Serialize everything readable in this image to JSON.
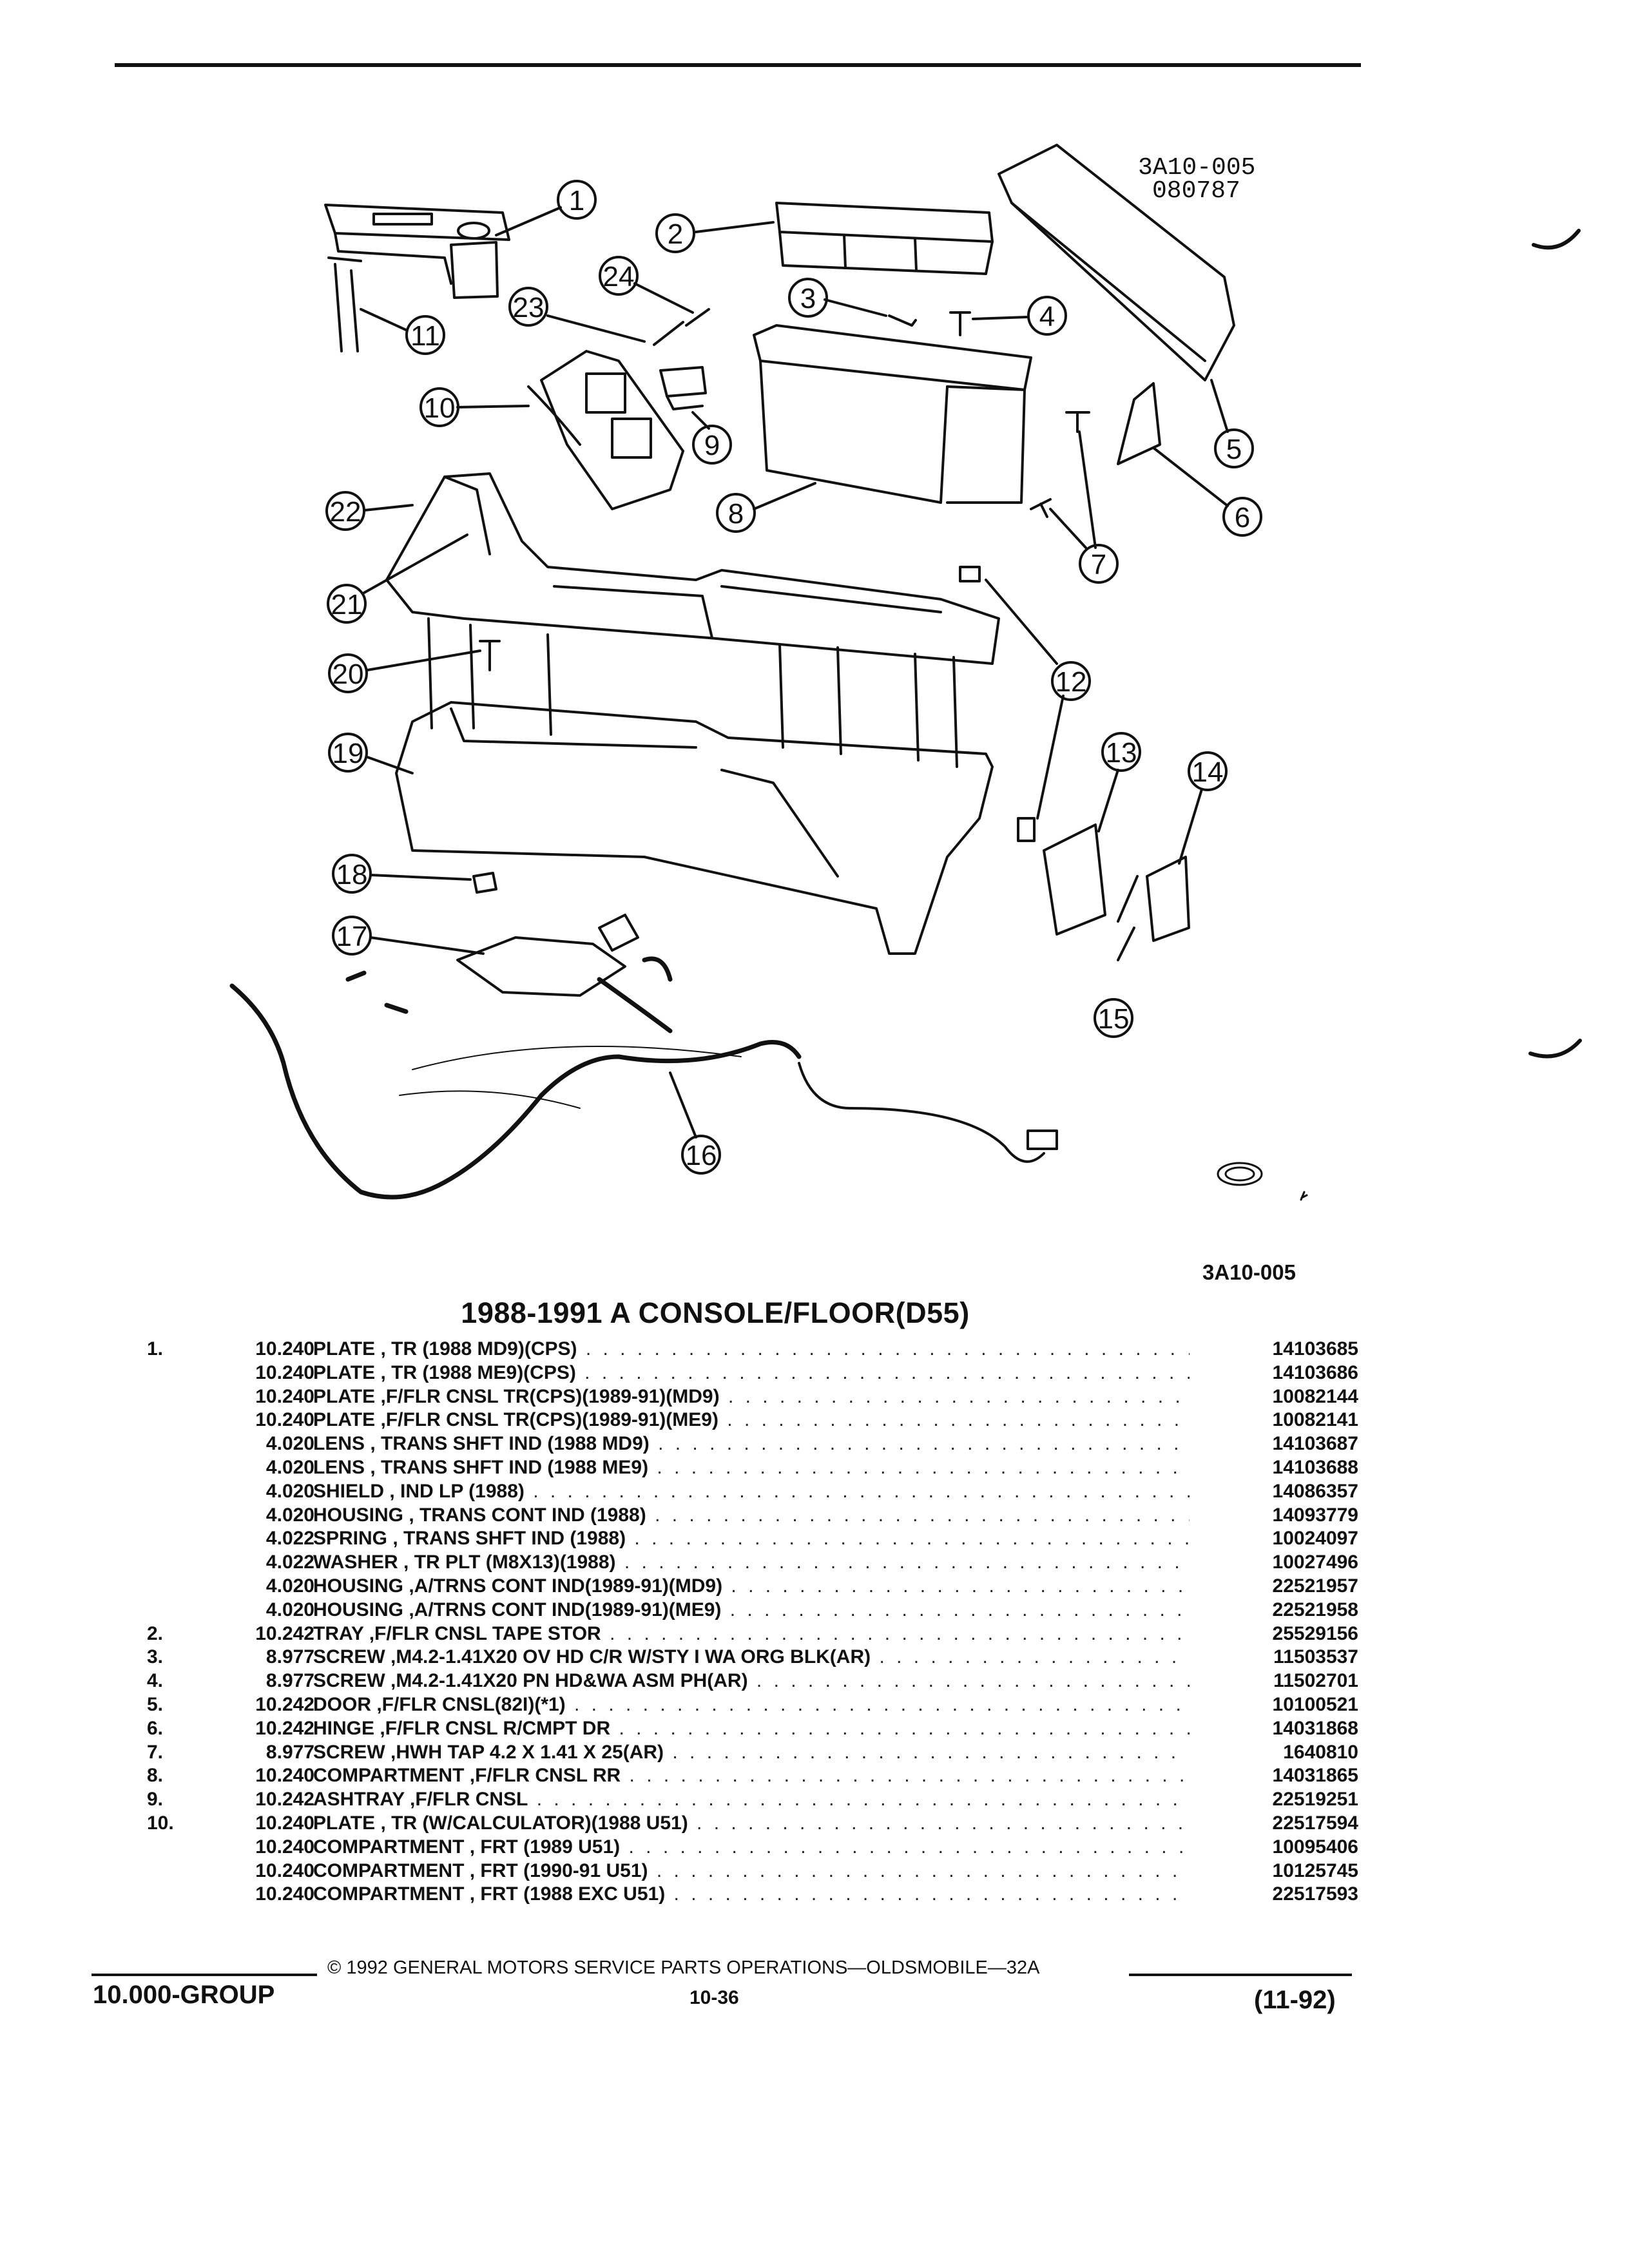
{
  "diagram": {
    "drawing_code": [
      "3A10-005",
      "080787"
    ],
    "callouts": [
      "1",
      "2",
      "3",
      "4",
      "5",
      "6",
      "7",
      "8",
      "9",
      "10",
      "11",
      "12",
      "13",
      "14",
      "15",
      "16",
      "17",
      "18",
      "19",
      "20",
      "21",
      "22",
      "23",
      "24"
    ],
    "icon": "gm-logo-icon"
  },
  "code_label": "3A10-005",
  "section_title": "1988-1991 A CONSOLE/FLOOR(D55)",
  "parts": [
    {
      "num": "1.",
      "group": "10.240",
      "name": "PLATE",
      "desc": " , TR (1988 MD9)(CPS)",
      "part": "14103685"
    },
    {
      "num": "",
      "group": "10.240",
      "name": "PLATE",
      "desc": " , TR (1988 ME9)(CPS)",
      "part": "14103686"
    },
    {
      "num": "",
      "group": "10.240",
      "name": "PLATE",
      "desc": " ,F/FLR CNSL TR(CPS)(1989-91)(MD9)",
      "part": "10082144"
    },
    {
      "num": "",
      "group": "10.240",
      "name": "PLATE",
      "desc": " ,F/FLR CNSL TR(CPS)(1989-91)(ME9)",
      "part": "10082141"
    },
    {
      "num": "",
      "group": "4.020",
      "name": "LENS",
      "desc": " , TRANS SHFT IND (1988 MD9)",
      "part": "14103687"
    },
    {
      "num": "",
      "group": "4.020",
      "name": "LENS",
      "desc": " , TRANS SHFT IND (1988 ME9)",
      "part": "14103688"
    },
    {
      "num": "",
      "group": "4.020",
      "name": "SHIELD",
      "desc": " , IND LP (1988)",
      "part": "14086357"
    },
    {
      "num": "",
      "group": "4.020",
      "name": "HOUSING",
      "desc": " , TRANS CONT IND (1988)",
      "part": "14093779"
    },
    {
      "num": "",
      "group": "4.022",
      "name": "SPRING",
      "desc": " , TRANS SHFT IND (1988)",
      "part": "10024097"
    },
    {
      "num": "",
      "group": "4.022",
      "name": "WASHER",
      "desc": " , TR PLT (M8X13)(1988)",
      "part": "10027496"
    },
    {
      "num": "",
      "group": "4.020",
      "name": "HOUSING",
      "desc": " ,A/TRNS CONT IND(1989-91)(MD9)",
      "part": "22521957"
    },
    {
      "num": "",
      "group": "4.020",
      "name": "HOUSING",
      "desc": " ,A/TRNS CONT IND(1989-91)(ME9)",
      "part": "22521958"
    },
    {
      "num": "2.",
      "group": "10.242",
      "name": "TRAY",
      "desc": " ,F/FLR CNSL TAPE STOR",
      "part": "25529156"
    },
    {
      "num": "3.",
      "group": "8.977",
      "name": "SCREW",
      "desc": " ,M4.2-1.41X20 OV HD C/R W/STY I WA ORG BLK(AR)",
      "part": "11503537"
    },
    {
      "num": "4.",
      "group": "8.977",
      "name": "SCREW",
      "desc": " ,M4.2-1.41X20 PN HD&WA ASM PH(AR)",
      "part": "11502701"
    },
    {
      "num": "5.",
      "group": "10.242",
      "name": "DOOR",
      "desc": " ,F/FLR CNSL(82I)(*1)",
      "part": "10100521"
    },
    {
      "num": "6.",
      "group": "10.242",
      "name": "HINGE",
      "desc": " ,F/FLR CNSL R/CMPT DR",
      "part": "14031868"
    },
    {
      "num": "7.",
      "group": "8.977",
      "name": "SCREW",
      "desc": " ,HWH TAP 4.2 X 1.41 X 25(AR)",
      "part": "1640810"
    },
    {
      "num": "8.",
      "group": "10.240",
      "name": "COMPARTMENT",
      "desc": " ,F/FLR CNSL RR",
      "part": "14031865"
    },
    {
      "num": "9.",
      "group": "10.242",
      "name": "ASHTRAY",
      "desc": " ,F/FLR CNSL",
      "part": "22519251"
    },
    {
      "num": "10.",
      "group": "10.240",
      "name": "PLATE",
      "desc": " , TR (W/CALCULATOR)(1988 U51)",
      "part": "22517594"
    },
    {
      "num": "",
      "group": "10.240",
      "name": "COMPARTMENT",
      "desc": " , FRT (1989 U51)",
      "part": "10095406"
    },
    {
      "num": "",
      "group": "10.240",
      "name": "COMPARTMENT",
      "desc": " , FRT (1990-91 U51)",
      "part": "10125745"
    },
    {
      "num": "",
      "group": "10.240",
      "name": "COMPARTMENT",
      "desc": " , FRT (1988 EXC U51)",
      "part": "22517593"
    }
  ],
  "footer": {
    "copyright": "© 1992 GENERAL MOTORS SERVICE PARTS OPERATIONS—OLDSMOBILE—32A",
    "group": "10.000-GROUP",
    "page": "10-36",
    "date": "(11-92)"
  }
}
